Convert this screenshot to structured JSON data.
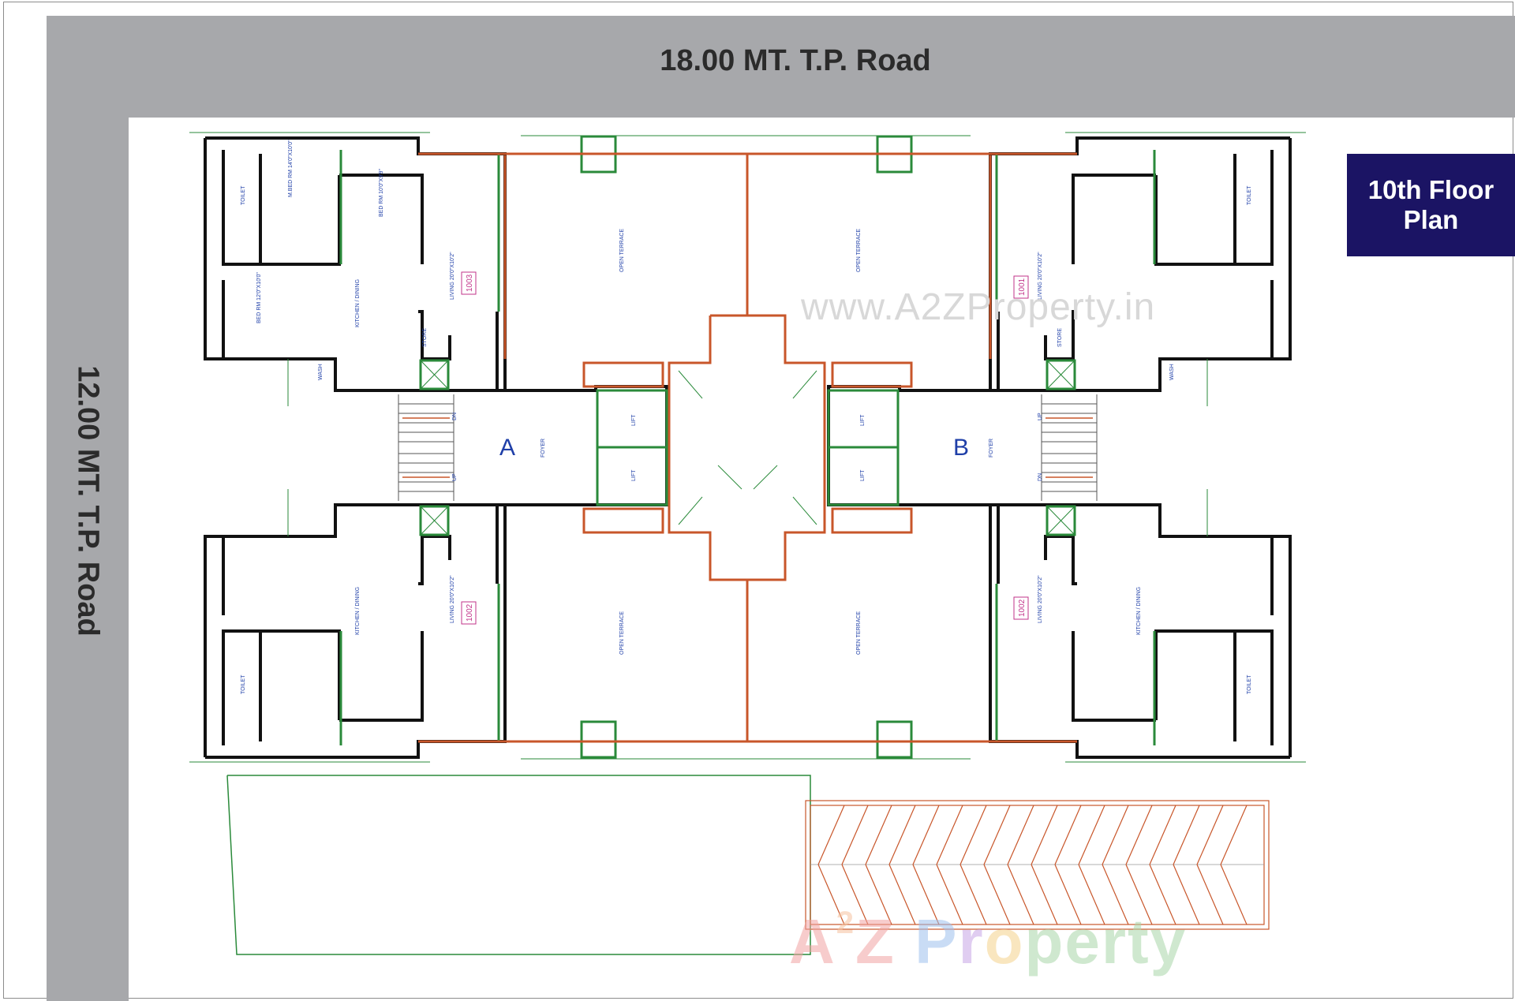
{
  "roads": {
    "top": "18.00 MT. T.P. Road",
    "left": "12.00 MT. T.P. Road"
  },
  "floor_label": "10th Floor Plan",
  "watermark": "www.A2ZProperty.in",
  "logo": {
    "a": "A",
    "two": "2",
    "z": "Z",
    "p": "P",
    "r": "r",
    "o": "o",
    "rest": "perty"
  },
  "wings": {
    "a": "A",
    "b": "B"
  },
  "units": [
    "1003",
    "1001",
    "1002",
    "1002"
  ],
  "rooms": {
    "mbed_tl": "M.BED RM 14'0\"X10'0\"",
    "bed_tl": "BED RM 10'0\"X9'9\"",
    "bed2_tl": "BED RM 12'0\"X10'0\"",
    "toilet": "TOILET",
    "kitchen": "KITCHEN / DINING",
    "living": "LIVING 20'0\"X10'2\"",
    "open_terrace": "OPEN TERRACE",
    "foyer": "FOYER",
    "lift": "LIFT",
    "store": "STORE",
    "wash": "WASH",
    "up": "UP",
    "dn": "DN"
  },
  "colors": {
    "road": "#a7a8ab",
    "floor_box": "#1b1464",
    "wall": "#111111",
    "green": "#2a8a3a",
    "orange": "#c8562a",
    "label_blue": "#1f3fa8",
    "unit_pink": "#c2338a"
  }
}
